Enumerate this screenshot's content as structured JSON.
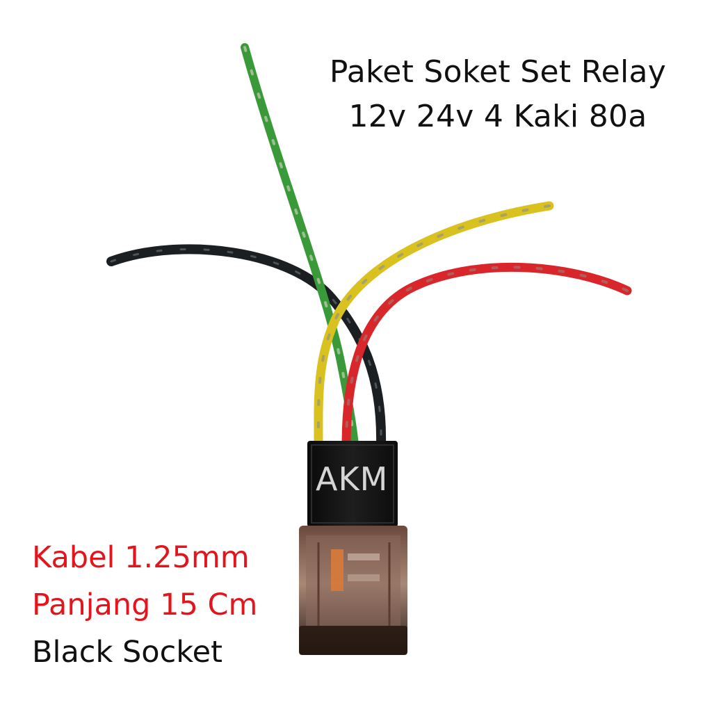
{
  "title": {
    "line1": "Paket Soket Set Relay",
    "line2": "12v 24v 4 Kaki 80a"
  },
  "specs": {
    "line1": "Kabel 1.25mm",
    "line2": "Panjang 15 Cm",
    "line3": "Black Socket"
  },
  "watermark": "AKM",
  "colors": {
    "spec_text": "#e3141b",
    "wire_green": "#3a9a3a",
    "wire_black": "#1b1f22",
    "wire_yellow": "#d9c21f",
    "wire_red": "#d9262a",
    "socket": "#141414"
  }
}
